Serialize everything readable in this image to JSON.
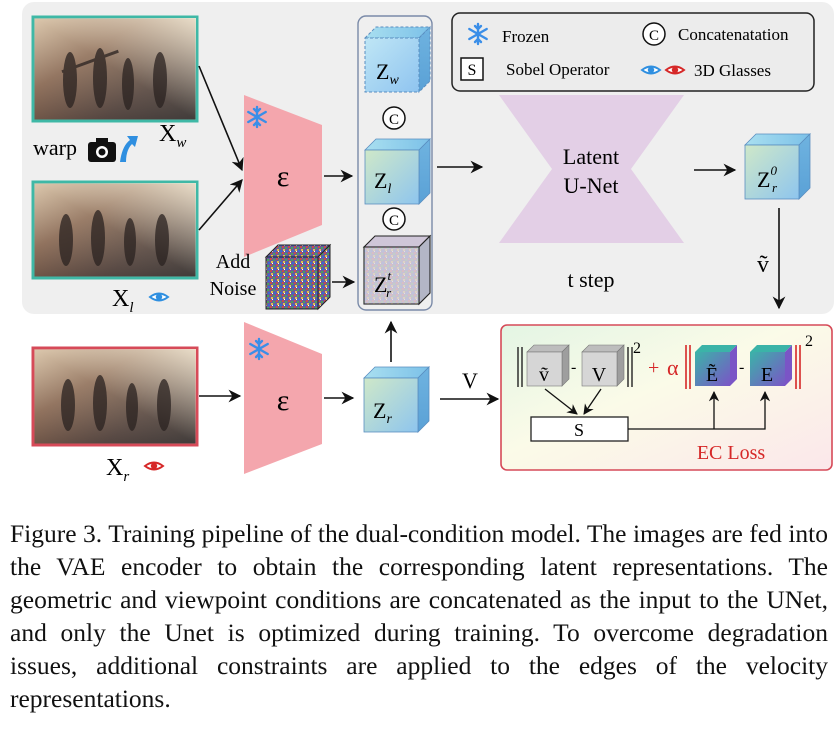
{
  "legend": {
    "frozen": "Frozen",
    "concat_symbol": "C",
    "concat": "Concatenatation",
    "sobel_symbol": "S",
    "sobel": "Sobel Operator",
    "glasses": "3D Glasses"
  },
  "inputs": {
    "warp": "warp",
    "xw_base": "X",
    "xw_sub": "w",
    "xl_base": "X",
    "xl_sub": "l",
    "xr_base": "X",
    "xr_sub": "r",
    "add_noise_line1": "Add",
    "add_noise_line2": "Noise"
  },
  "encoder": {
    "symbol": "ε"
  },
  "latents": {
    "zw_base": "Z",
    "zw_sub": "w",
    "zl_base": "Z",
    "zl_sub": "l",
    "zrt_base": "Z",
    "zrt_sup": "t",
    "zrt_sub": "r",
    "zr_base": "Z",
    "zr_sub": "r",
    "zr0_base": "Z",
    "zr0_sup": "0",
    "zr0_sub": "r"
  },
  "unet": {
    "line1": "Latent",
    "line2": "U-Net",
    "steps": "t step"
  },
  "velocity": {
    "pred": "ṽ",
    "gt": "V"
  },
  "loss": {
    "v_pred": "ṽ",
    "minus": "-",
    "v_gt": "V",
    "power": "2",
    "plus": "+",
    "alpha": "α",
    "e_pred": "Ẽ",
    "e_gt": "E",
    "sobel": "S",
    "name": "EC Loss"
  },
  "colors": {
    "encoder": "#f4a6ad",
    "unet": "#e3cfe6",
    "panel": "#efefef",
    "eye_blue": "#2f8fe0",
    "eye_red": "#d62828",
    "frozen_blue": "#3a8ee8",
    "loss_red": "#d62828"
  },
  "caption": "Figure 3. Training pipeline of the dual-condition model. The images are fed into the VAE encoder to obtain the corresponding latent representations. The geometric and viewpoint conditions are concatenated as the input to the UNet, and only the Unet is optimized during training. To overcome degradation issues, additional constraints are applied to the edges of the velocity representations."
}
